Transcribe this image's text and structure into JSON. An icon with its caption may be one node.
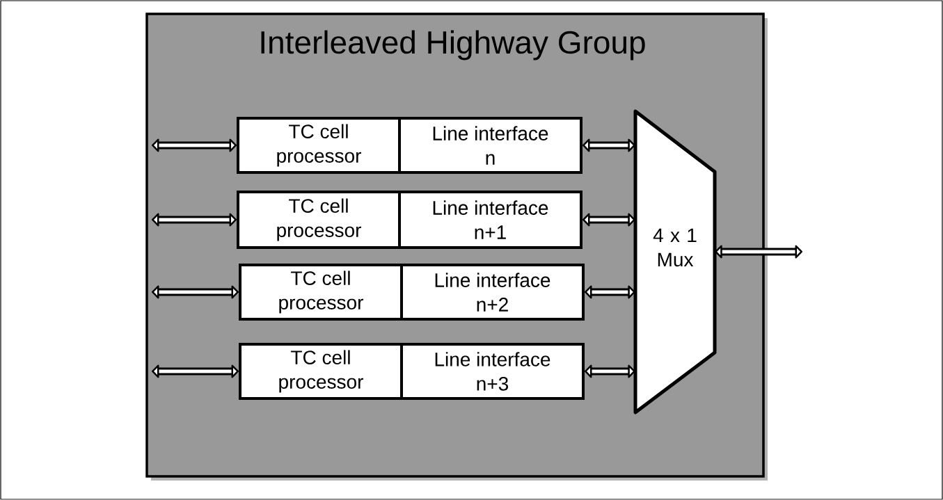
{
  "diagram": {
    "nodes": [
      {
        "text": [
          "Interleaved Highway Group"
        ]
      },
      {
        "text": [
          "TC cell processor"
        ],
        "in": 0
      },
      {
        "text": [
          "Line interface n"
        ],
        "in": 0
      },
      {
        "text": [
          "TC cell processor"
        ],
        "in": 0
      },
      {
        "text": [
          "Line interface n+1"
        ],
        "in": 0
      },
      {
        "text": [
          "TC cell processor"
        ],
        "in": 0
      },
      {
        "text": [
          "Line interface n+2"
        ],
        "in": 0
      },
      {
        "text": [
          "TC cell processor"
        ],
        "in": 0
      },
      {
        "text": [
          "Line interface n+3"
        ],
        "in": 0
      },
      {
        "text": [
          "4 x 1 Mux"
        ],
        "in": 0
      }
    ],
    "edges": [
      {
        "from": null,
        "to": 1,
        "arrow": "both"
      },
      {
        "from": null,
        "to": 3,
        "arrow": "both"
      },
      {
        "from": null,
        "to": 5,
        "arrow": "both"
      },
      {
        "from": null,
        "to": 7,
        "arrow": "both"
      },
      {
        "from": 2,
        "to": 9,
        "arrow": "both"
      },
      {
        "from": 4,
        "to": 9,
        "arrow": "both"
      },
      {
        "from": 6,
        "to": 9,
        "arrow": "both"
      },
      {
        "from": 8,
        "to": 9,
        "arrow": "both"
      },
      {
        "from": 9,
        "to": null,
        "arrow": "both"
      }
    ]
  }
}
